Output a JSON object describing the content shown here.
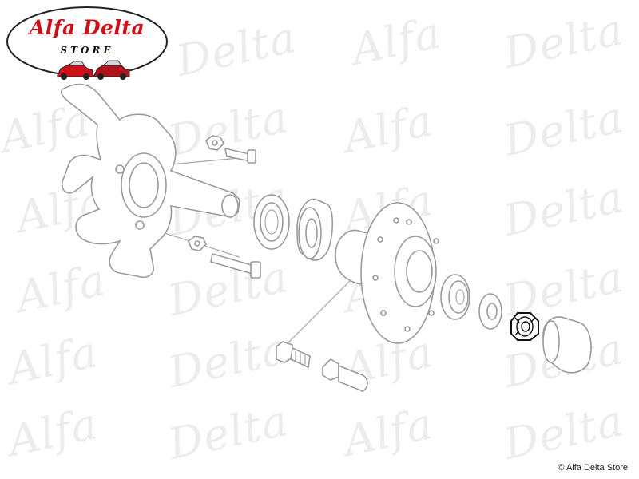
{
  "brand": {
    "title": "Alfa Delta",
    "subtitle": "STORE",
    "colors": {
      "title": "#d01018",
      "ellipse_border": "#222222"
    }
  },
  "watermark": {
    "text_a": "Alfa",
    "text_b": "Delta"
  },
  "copyright": "© Alfa Delta Store",
  "highlight": {
    "part": "hub-nut",
    "color": "#111111"
  }
}
